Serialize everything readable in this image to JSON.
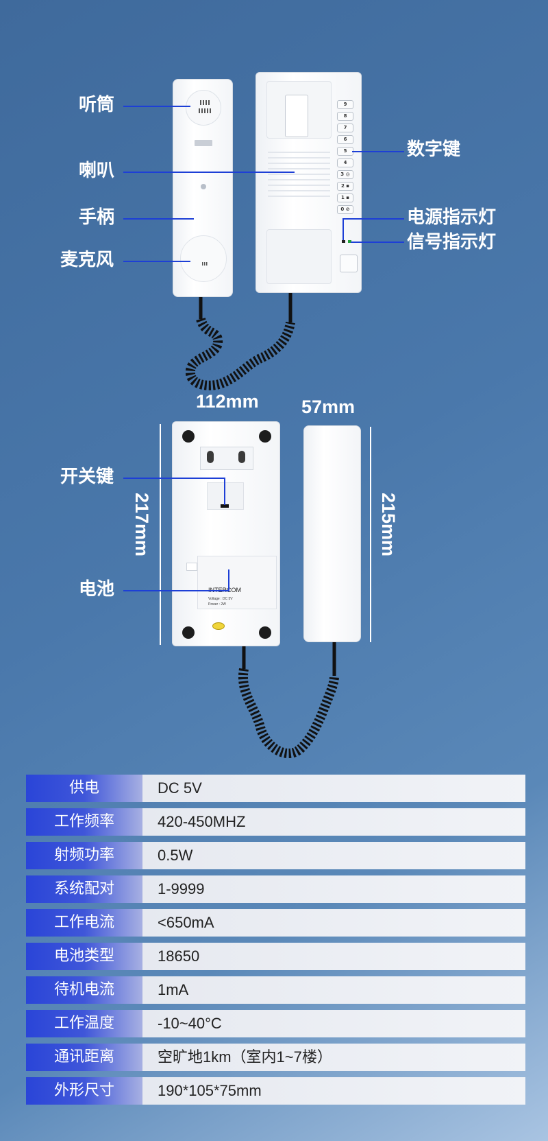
{
  "labels": {
    "receiver": "听筒",
    "speaker": "喇叭",
    "handle": "手柄",
    "microphone": "麦克风",
    "number_keys": "数字键",
    "power_indicator": "电源指示灯",
    "signal_indicator": "信号指示灯",
    "switch_key": "开关键",
    "battery": "电池"
  },
  "dimensions": {
    "base_width": "112mm",
    "handset_width": "57mm",
    "base_height": "217mm",
    "handset_height": "215mm"
  },
  "keypad": [
    "9",
    "8",
    "7",
    "6",
    "5",
    "4",
    "3 ◎",
    "2 ▪",
    "1 ▪",
    "0 ⊘"
  ],
  "sticker": {
    "title": "INTERCOM",
    "voltage": "Voltage : DC 5V",
    "power": "Power : 2W"
  },
  "specs": [
    {
      "name": "供电",
      "value": "DC  5V"
    },
    {
      "name": "工作频率",
      "value": "420-450MHZ"
    },
    {
      "name": "射频功率",
      "value": "0.5W"
    },
    {
      "name": "系统配对",
      "value": "1-9999"
    },
    {
      "name": "工作电流",
      "value": "<650mA"
    },
    {
      "name": "电池类型",
      "value": "18650"
    },
    {
      "name": "待机电流",
      "value": "1mA"
    },
    {
      "name": "工作温度",
      "value": "-10~40°C"
    },
    {
      "name": "通讯距离",
      "value": "空旷地1km（室内1~7楼）"
    },
    {
      "name": "外形尺寸",
      "value": "190*105*75mm"
    }
  ],
  "colors": {
    "background": "#4a78ab",
    "callout_line": "#1d3fd6",
    "spec_header": "#2a45d8"
  }
}
